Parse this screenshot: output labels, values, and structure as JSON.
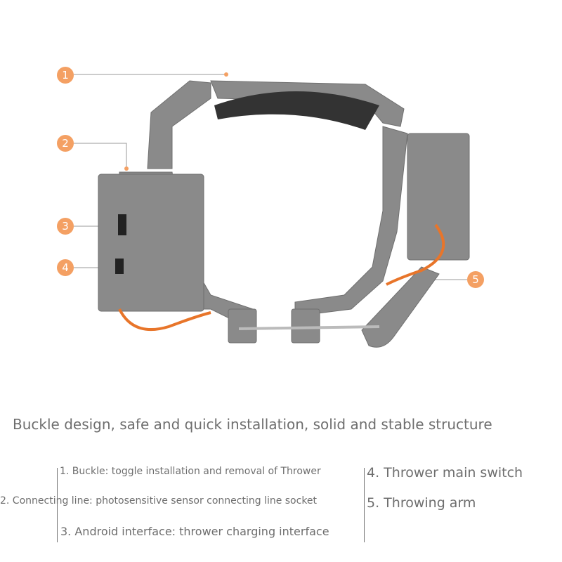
{
  "callouts": [
    "1",
    "2",
    "3",
    "4",
    "5"
  ],
  "headline": "Buckle design, safe and quick installation, solid and stable structure",
  "features_left": [
    "1. Buckle: toggle installation and removal of Thrower",
    "2. Connecting line: photosensitive sensor connecting line socket",
    "3. Android interface: thrower charging interface"
  ],
  "features_right": [
    "4. Thrower main switch",
    "5. Throwing arm"
  ],
  "colors": {
    "accent": "#f4a063",
    "body": "#8a8a8a",
    "cable": "#e8752a"
  }
}
